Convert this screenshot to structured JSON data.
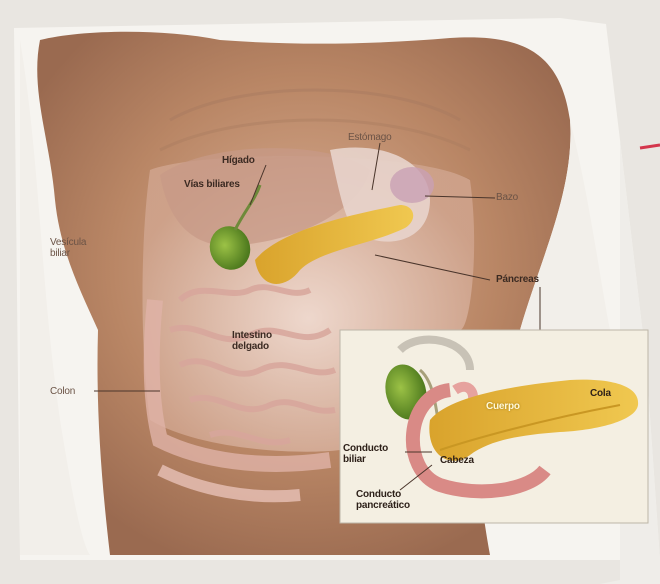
{
  "labels": {
    "estomago": "Estómago",
    "higado": "Hígado",
    "vias_biliares": "Vías biliares",
    "bazo": "Bazo",
    "vesicula_biliar": [
      "Vesícula",
      "biliar"
    ],
    "pancreas": "Páncreas",
    "intestino_delgado": [
      "Intestino",
      "delgado"
    ],
    "colon": "Colon"
  },
  "inset_labels": {
    "cuerpo": "Cuerpo",
    "cola": "Cola",
    "conducto_biliar": [
      "Conducto",
      "biliar"
    ],
    "cabeza": "Cabeza",
    "conducto_pancreatico": [
      "Conducto",
      "pancreático"
    ]
  },
  "colors": {
    "skin": "#b8856a",
    "pancreas": "#e4b73a",
    "gallbladder": "#6e9a2c",
    "intestine": "#e7b7ae",
    "paper": "#f6f4f0"
  }
}
